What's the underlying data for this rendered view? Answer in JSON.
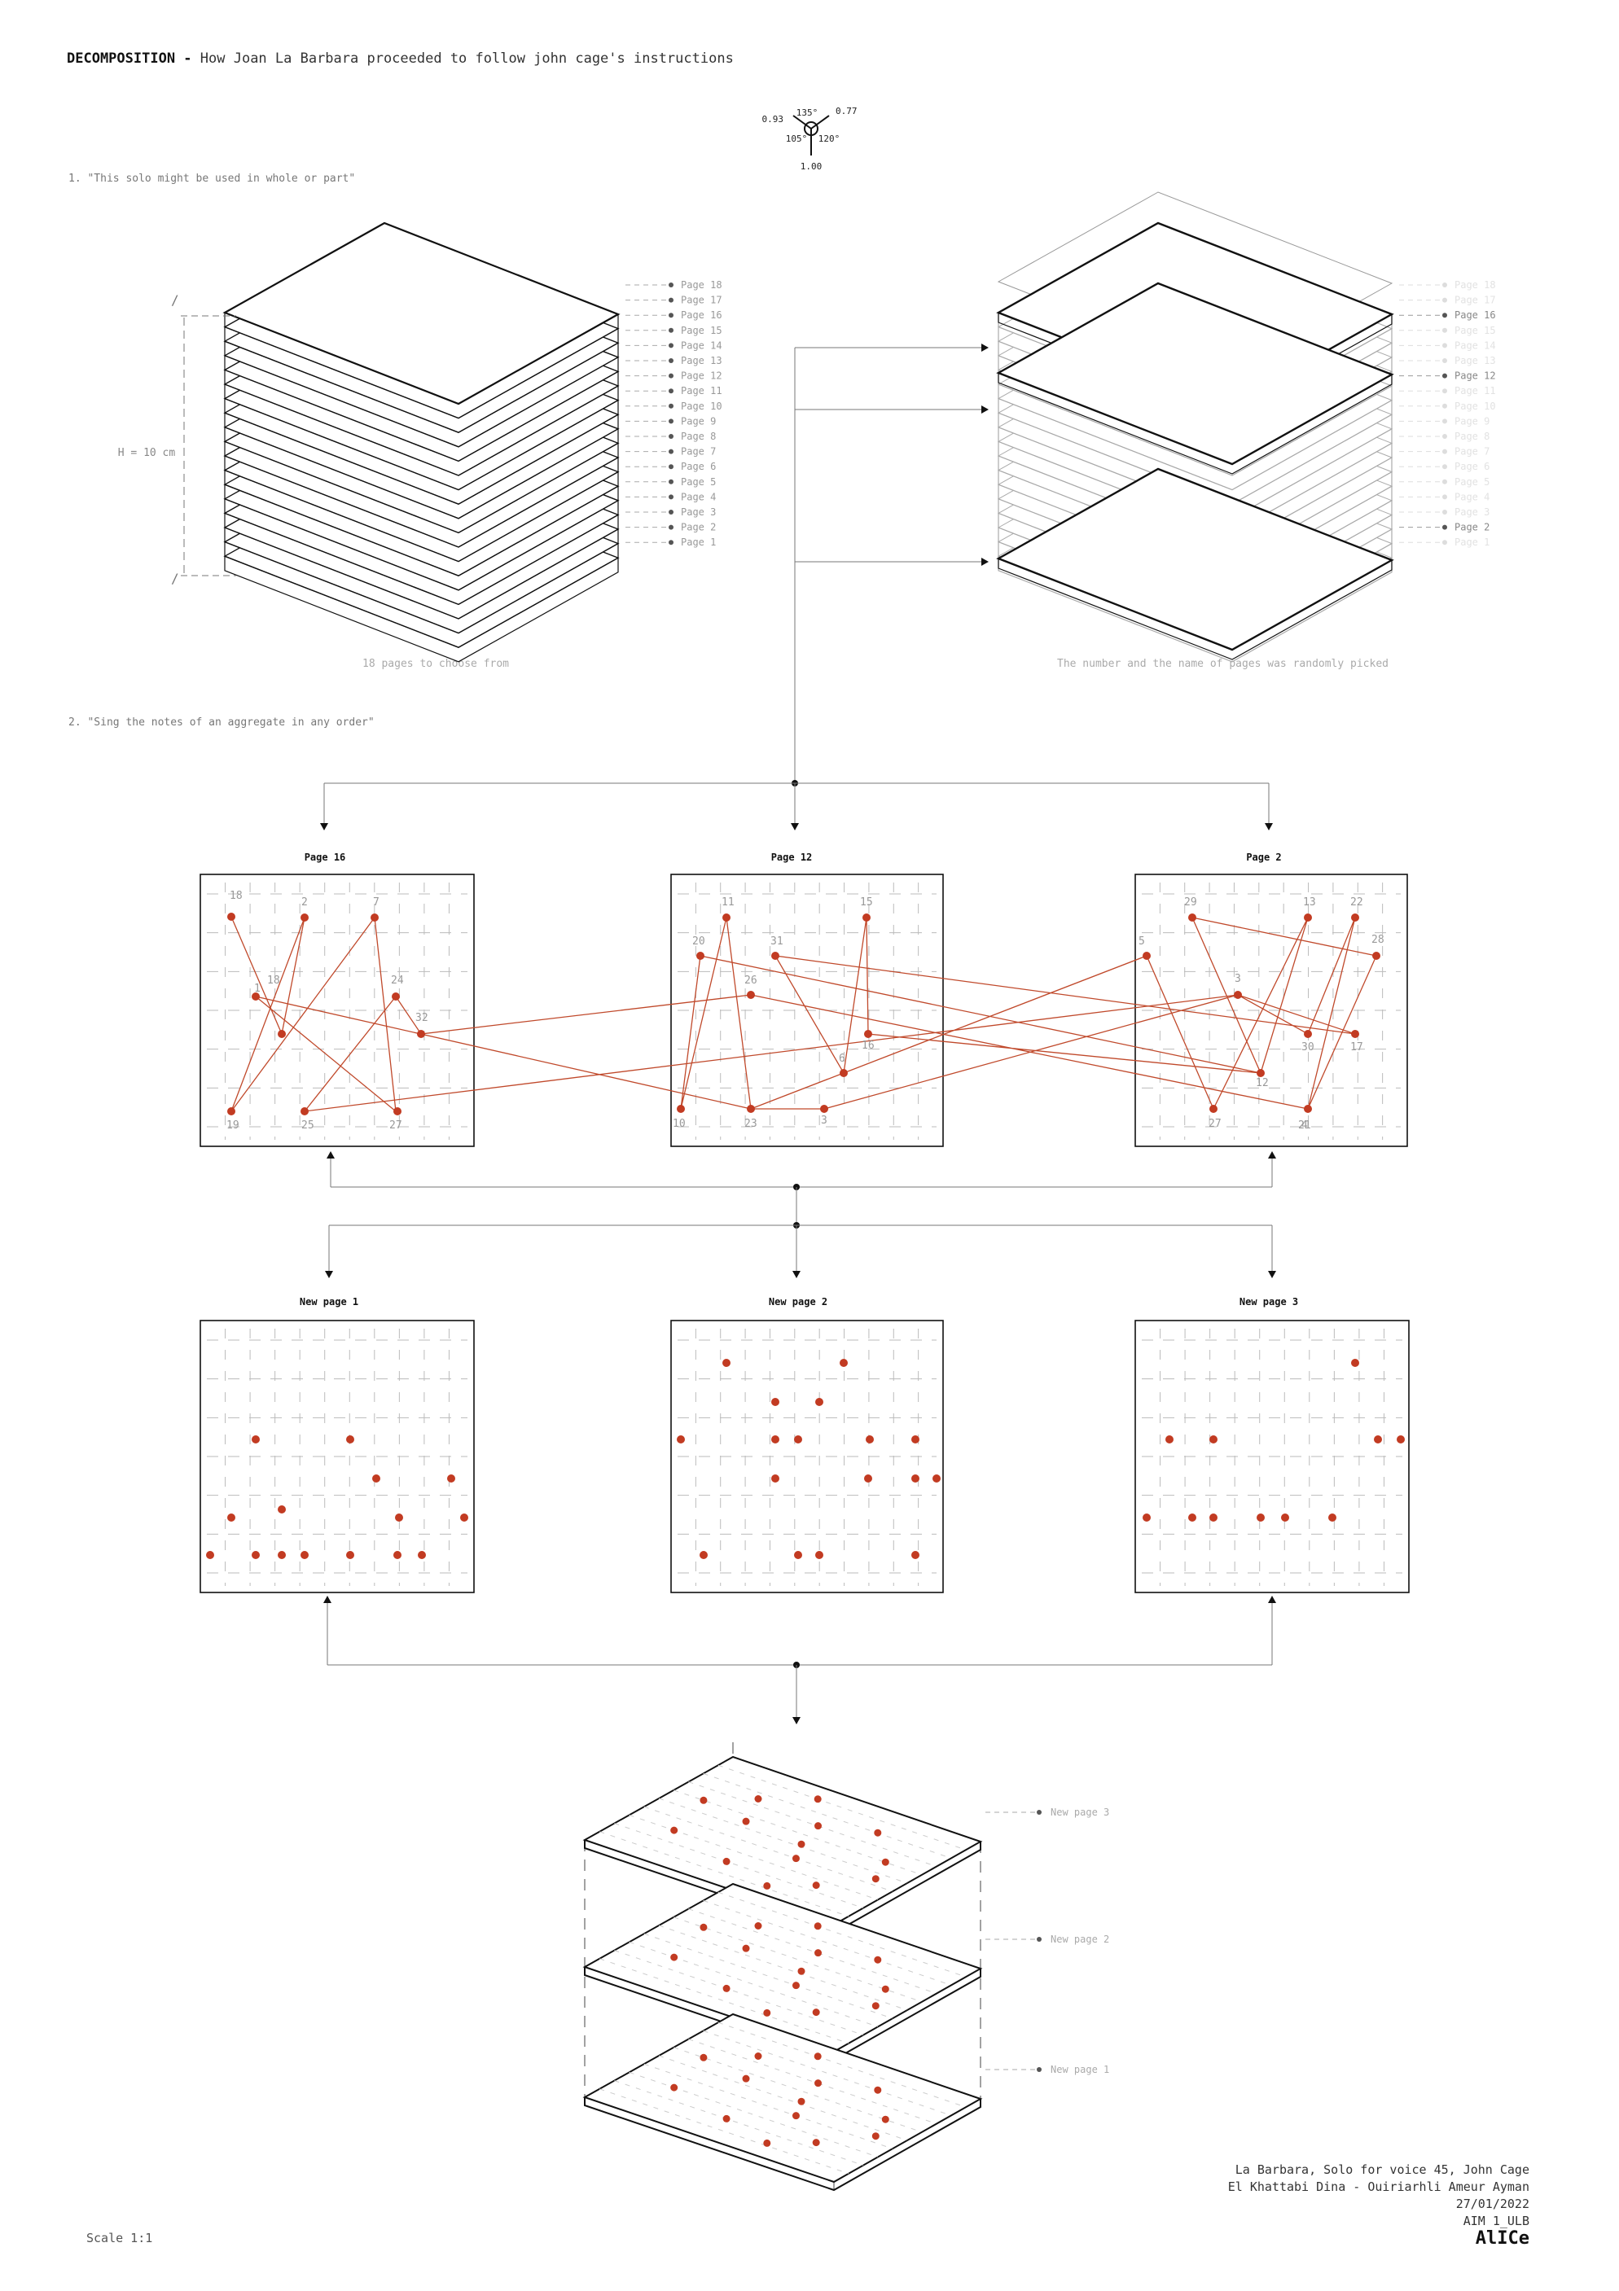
{
  "header": {
    "title": "DECOMPOSITION -",
    "subtitle": "How Joan La Barbara proceeded to follow john cage's instructions"
  },
  "axis_legend": {
    "top": "135°",
    "left": "0.93",
    "right": "0.77",
    "low_left": "105°",
    "low_right": "120°",
    "bottom": "1.00"
  },
  "step1": {
    "label": "1. \"This solo might be used in whole or part\"",
    "height_label": "H = 10 cm",
    "left_caption": "18 pages to choose from",
    "right_caption": "The number and the name of pages was randomly picked",
    "pages": [
      "Page 18",
      "Page 17",
      "Page 16",
      "Page 15",
      "Page 14",
      "Page 13",
      "Page 12",
      "Page 11",
      "Page 10",
      "Page 9",
      "Page 8",
      "Page 7",
      "Page 6",
      "Page 5",
      "Page 4",
      "Page 3",
      "Page 2",
      "Page 1"
    ],
    "selected": [
      "Page 16",
      "Page 12",
      "Page 2"
    ]
  },
  "step2": {
    "label": "2. \"Sing the notes of an aggregate in any order\""
  },
  "source_pages": [
    {
      "title": "Page 16",
      "labels": [
        "18",
        "2",
        "7",
        "1",
        "18",
        "24",
        "32",
        "19",
        "25",
        "27"
      ]
    },
    {
      "title": "Page 12",
      "labels": [
        "11",
        "15",
        "20",
        "31",
        "26",
        "16",
        "6",
        "10",
        "23",
        "3"
      ]
    },
    {
      "title": "Page 2",
      "labels": [
        "29",
        "13",
        "22",
        "5",
        "28",
        "3",
        "30",
        "17",
        "12",
        "27",
        "4",
        "21"
      ]
    }
  ],
  "new_pages": [
    {
      "title": "New page 1"
    },
    {
      "title": "New page 2"
    },
    {
      "title": "New page 3"
    }
  ],
  "stack_labels": [
    "New page 3",
    "New page 2",
    "New page 1"
  ],
  "colors": {
    "note": "#c23b22",
    "line": "#c0492b",
    "frame": "#111111",
    "grid": "#bbbbbb",
    "muted": "#aaaaaa"
  },
  "credits": {
    "line1": "La Barbara, Solo for voice 45, John Cage",
    "line2": "El Khattabi Dina - Ouiriarhli Ameur Ayman",
    "line3": "27/01/2022",
    "line4": "AIM 1_ULB",
    "logo": "AlICe"
  },
  "scale": "Scale 1:1"
}
